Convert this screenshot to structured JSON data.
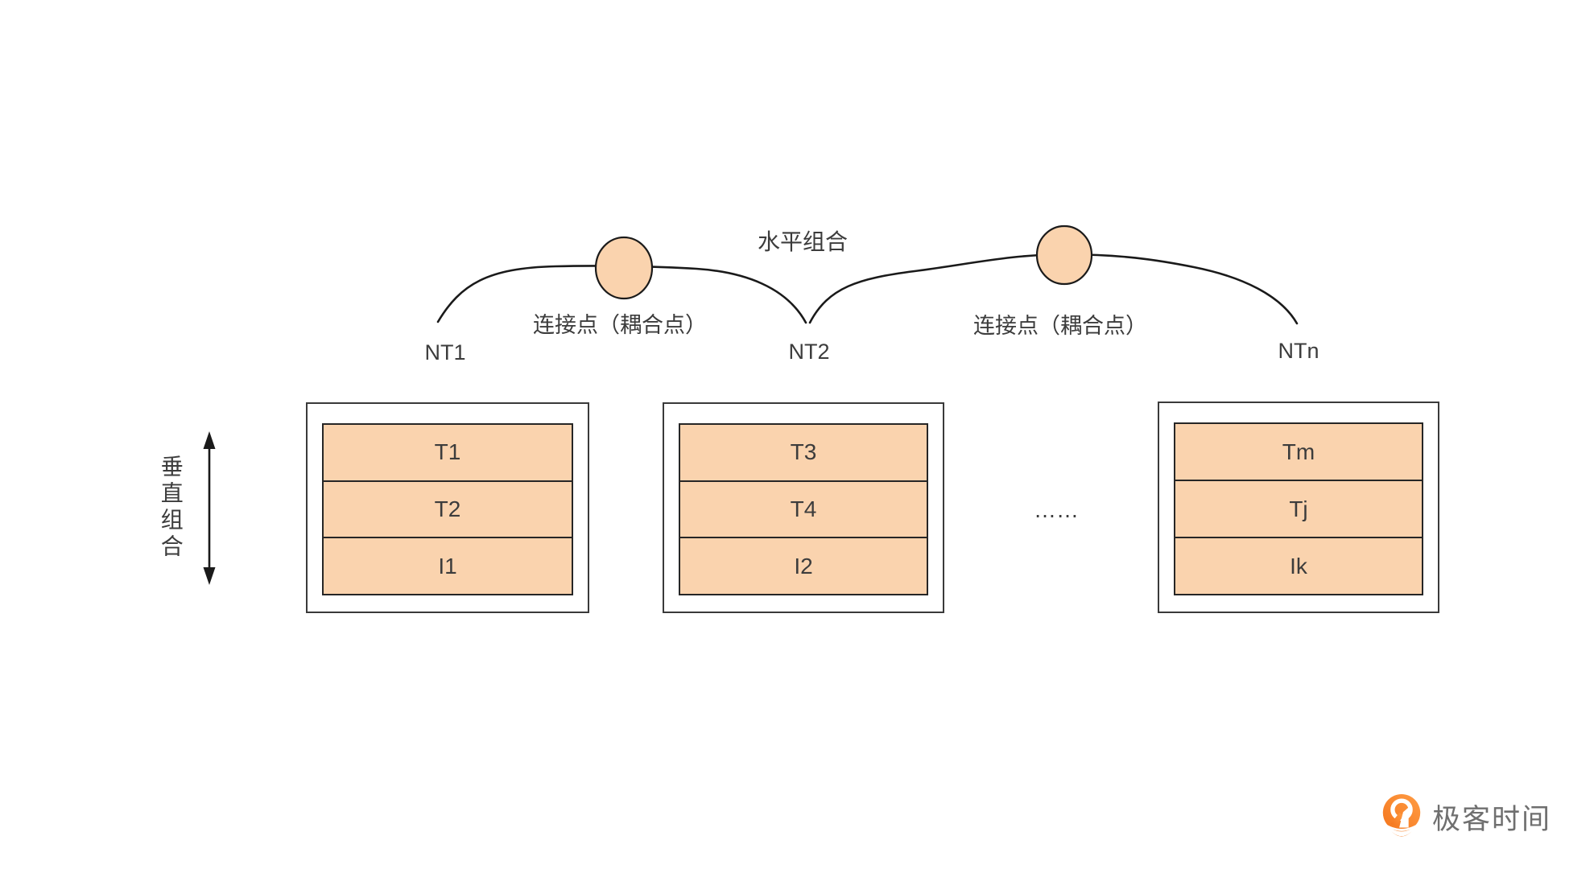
{
  "diagram": {
    "horizontal_composition_label": "水平组合",
    "vertical_composition_label": "垂直组合",
    "coupling_point_labels": [
      "连接点（耦合点）",
      "连接点（耦合点）"
    ],
    "ellipsis": "……",
    "nodes": [
      {
        "label": "NT1",
        "stack": [
          "T1",
          "T2",
          "I1"
        ]
      },
      {
        "label": "NT2",
        "stack": [
          "T3",
          "T4",
          "I2"
        ]
      },
      {
        "label": "NTn",
        "stack": [
          "Tm",
          "Tj",
          "Ik"
        ]
      }
    ]
  },
  "branding": {
    "logo_text": "极客时间"
  },
  "colors": {
    "background": "#FFFFFF",
    "cell_fill": "#FAD3AE",
    "shape_stroke": "#1A1A1A",
    "box_border": "#3A3A3A",
    "text": "#3C3C3C",
    "logo_orange": "#F4751C",
    "logo_orange_light": "#FF9D45",
    "logo_text_gray": "#6F6F6F"
  }
}
